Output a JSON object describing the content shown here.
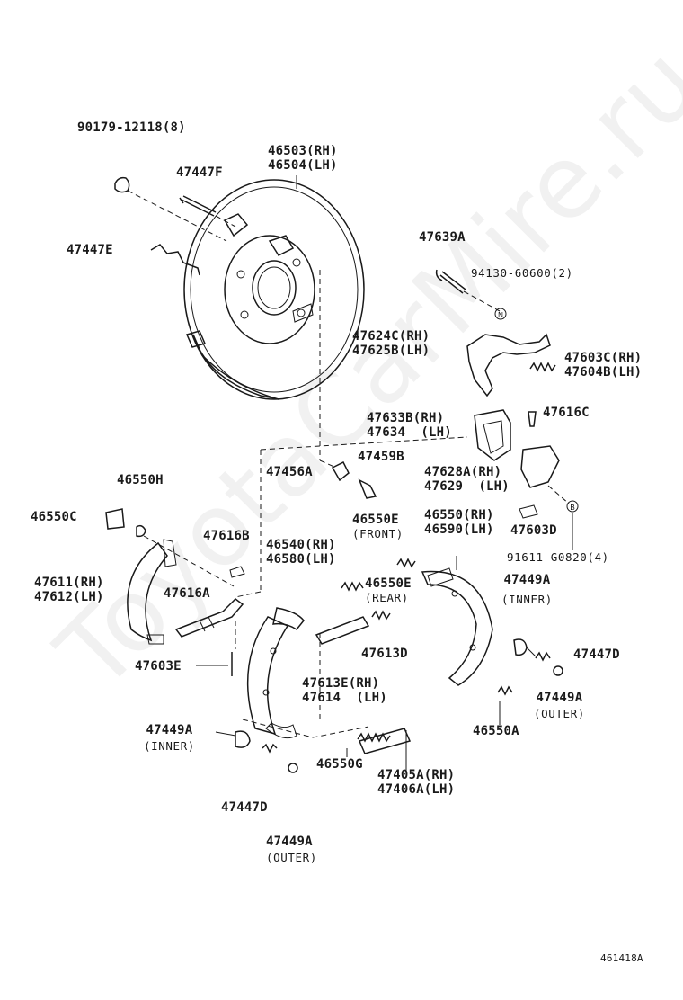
{
  "diagram_id": "461418A",
  "watermark": "ToyotaCarMire.ru",
  "callouts": [
    {
      "id": "c1",
      "parts": [
        "90179-12118(8)"
      ]
    },
    {
      "id": "c2",
      "parts": [
        "46503(RH)",
        "46504(LH)"
      ]
    },
    {
      "id": "c3",
      "parts": [
        "47447F"
      ]
    },
    {
      "id": "c4",
      "parts": [
        "47447E"
      ]
    },
    {
      "id": "c5",
      "parts": [
        "47639A"
      ]
    },
    {
      "id": "c6",
      "parts": [
        "94130-60600(2)"
      ]
    },
    {
      "id": "c7",
      "parts": [
        "47624C(RH)",
        "47625B(LH)"
      ]
    },
    {
      "id": "c8",
      "parts": [
        "47603C(RH)",
        "47604B(LH)"
      ]
    },
    {
      "id": "c9",
      "parts": [
        "47633B(RH)",
        "47634  (LH)"
      ]
    },
    {
      "id": "c10",
      "parts": [
        "47616C"
      ]
    },
    {
      "id": "c11",
      "parts": [
        "47456A"
      ]
    },
    {
      "id": "c12",
      "parts": [
        "47459B"
      ]
    },
    {
      "id": "c13",
      "parts": [
        "47628A(RH)",
        "47629  (LH)"
      ]
    },
    {
      "id": "c14",
      "parts": [
        "46550H"
      ]
    },
    {
      "id": "c15",
      "parts": [
        "46550C"
      ]
    },
    {
      "id": "c16",
      "parts": [
        "46550E"
      ],
      "note": "(FRONT)"
    },
    {
      "id": "c17",
      "parts": [
        "46550(RH)",
        "46590(LH)"
      ]
    },
    {
      "id": "c18",
      "parts": [
        "47603D"
      ]
    },
    {
      "id": "c19",
      "parts": [
        "47616B"
      ]
    },
    {
      "id": "c20",
      "parts": [
        "46540(RH)",
        "46580(LH)"
      ]
    },
    {
      "id": "c21",
      "parts": [
        "91611-G0820(4)"
      ]
    },
    {
      "id": "c22",
      "parts": [
        "47611(RH)",
        "47612(LH)"
      ]
    },
    {
      "id": "c23",
      "parts": [
        "46550E"
      ],
      "note": "(REAR)"
    },
    {
      "id": "c24",
      "parts": [
        "47449A"
      ],
      "note": "(INNER)"
    },
    {
      "id": "c25",
      "parts": [
        "47616A"
      ]
    },
    {
      "id": "c26",
      "parts": [
        "47613D"
      ]
    },
    {
      "id": "c27",
      "parts": [
        "47447D"
      ]
    },
    {
      "id": "c28",
      "parts": [
        "47603E"
      ]
    },
    {
      "id": "c29",
      "parts": [
        "47613E(RH)",
        "47614  (LH)"
      ]
    },
    {
      "id": "c30",
      "parts": [
        "47449A"
      ],
      "note": "(OUTER)"
    },
    {
      "id": "c31",
      "parts": [
        "47449A"
      ],
      "note": "(INNER)"
    },
    {
      "id": "c32",
      "parts": [
        "46550A"
      ]
    },
    {
      "id": "c33",
      "parts": [
        "46550G"
      ]
    },
    {
      "id": "c34",
      "parts": [
        "47405A(RH)",
        "47406A(LH)"
      ]
    },
    {
      "id": "c35",
      "parts": [
        "47447D"
      ]
    },
    {
      "id": "c36",
      "parts": [
        "47449A"
      ],
      "note": "(OUTER)"
    }
  ],
  "markers": {
    "n": "N",
    "b": "B"
  }
}
